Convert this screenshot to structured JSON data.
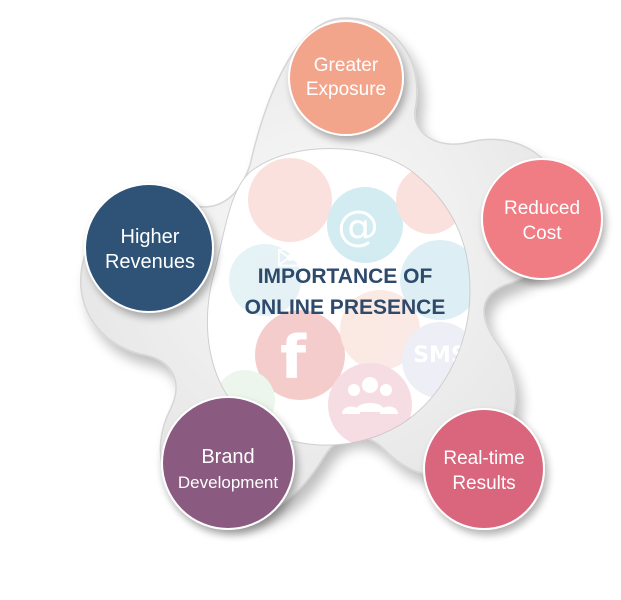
{
  "center": {
    "line1": "IMPORTANCE OF",
    "line2": "ONLINE PRESENCE"
  },
  "nodes": [
    {
      "id": "greater-exposure",
      "lines": [
        "Greater",
        "Exposure"
      ],
      "color": "#f3a58c"
    },
    {
      "id": "reduced-cost",
      "lines": [
        "Reduced",
        "Cost"
      ],
      "color": "#f07c84"
    },
    {
      "id": "real-time-results",
      "lines": [
        "Real-time",
        "Results"
      ],
      "color": "#d9667c"
    },
    {
      "id": "brand-development",
      "lines": [
        "Brand",
        "Development"
      ],
      "color": "#8a5a80"
    },
    {
      "id": "higher-revenues",
      "lines": [
        "Higher",
        "Revenues"
      ],
      "color": "#2f5277"
    }
  ],
  "icons": {
    "at_sign": "@",
    "facebook": "f",
    "sms": "SMS",
    "email": "✉"
  },
  "colors": {
    "star_fill": "#f2f2f2",
    "star_edge": "#d9d9d9",
    "center_text": "#2d4a6b"
  }
}
